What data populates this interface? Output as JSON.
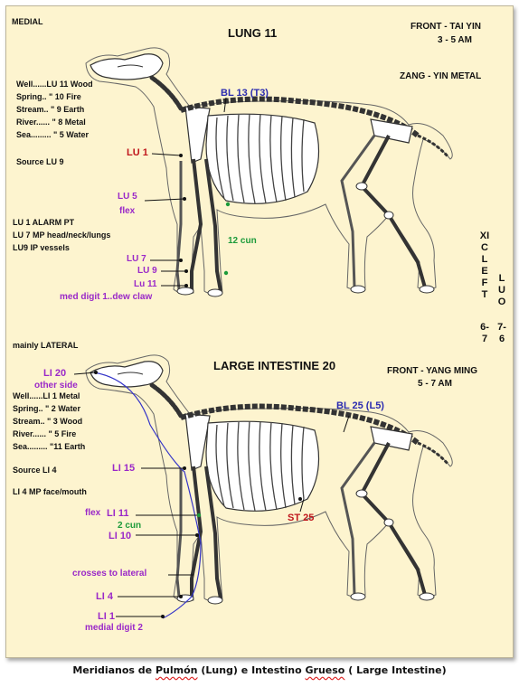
{
  "top": {
    "corner_label": "MEDIAL",
    "title": "LUNG  11",
    "front_label": "FRONT - TAI YIN",
    "time": "3 - 5 AM",
    "zang": "ZANG - YIN  METAL",
    "points": [
      "Well......LU 11 Wood",
      "Spring.. \"   10 Fire",
      "Stream.. \"   9  Earth",
      "River...... \"   8  Metal",
      "Sea......... \"   5  Water"
    ],
    "source": "Source LU 9",
    "alarm": "LU 1  ALARM PT",
    "mp": "LU 7  MP  head/neck/lungs",
    "ip": "LU9   IP    vessels",
    "labels": {
      "bl13": "BL 13 (T3)",
      "lu1": "LU 1",
      "lu5": "LU 5",
      "flex": "flex",
      "cun": "12 cun",
      "lu7": "LU 7",
      "lu9": "LU 9",
      "lu11": "Lu 11",
      "dewclaw": "med digit 1..dew claw"
    },
    "vertical_left": "XICLEFT",
    "vertical_right": "LUO",
    "vertical_nums_left": "6-7",
    "vertical_nums_right": "7-6"
  },
  "bottom": {
    "corner_label": "mainly LATERAL",
    "title": "LARGE INTESTINE  20",
    "front_label": "FRONT - YANG MING",
    "time": "5 - 7 AM",
    "points": [
      "Well......LI 1 Metal",
      "Spring.. \"  2 Water",
      "Stream.. \" 3 Wood",
      "River...... \" 5 Fire",
      "Sea......... \"11 Earth"
    ],
    "source": "Source LI 4",
    "mp": "LI 4  MP  face/mouth",
    "labels": {
      "li20": "LI 20",
      "other_side": "other side",
      "bl25": "BL 25 (L5)",
      "li15": "LI 15",
      "flex": "flex",
      "li11": "LI 11",
      "cun": "2 cun",
      "li10": "LI 10",
      "st25": "ST 25",
      "crosses": "crosses to lateral",
      "li4": "LI 4",
      "li1": "LI 1",
      "medial_digit": "medial digit 2"
    }
  },
  "caption": {
    "w1": "Meridianos de",
    "w2": "Pulmón",
    "w3": "(Lung) e Intestino",
    "w4": "Grueso",
    "w5": "( Large Intestine)"
  },
  "colors": {
    "panel": "#fdf4cf",
    "red": "#c0161c",
    "blue": "#2a2bb0",
    "purple": "#9a28c8",
    "green": "#1c9a3a"
  }
}
